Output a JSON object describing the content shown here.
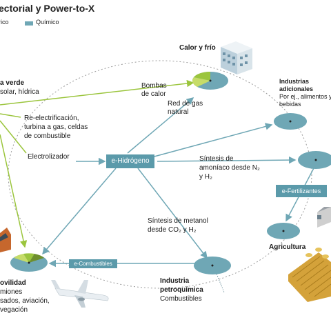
{
  "title": "ectorial y Power-to-X",
  "legend": {
    "prev_label": "rico",
    "chem_label": "Químico",
    "chem_color": "#6fa7b5",
    "green_color": "#9bc53d"
  },
  "nodes": {
    "renewable_title": "a verde",
    "renewable_sub": "solar, hídrica",
    "heat_cold": "Calor y frío",
    "heat_pumps_1": "Bombas",
    "heat_pumps_2": "de calor",
    "gas_grid_1": "Red de gas",
    "gas_grid_2": "natural",
    "additional_ind_1": "Industrias",
    "additional_ind_2": "adicionales",
    "additional_ind_3": "Por ej., alimentos y",
    "additional_ind_4": "bebidas",
    "reelectrification_1": "Re-electrificación,",
    "reelectrification_2": "turbina a gas, celdas",
    "reelectrification_3": "de combustible",
    "electrolyzer": "Electrolizador",
    "hydrogen": "e-Hidrógeno",
    "ammonia_1": "Síntesis de",
    "ammonia_2": "amoníaco desde N₂",
    "ammonia_3": "y H₂",
    "fertilizers": "e-Fertilizantes",
    "methanol_1": "Síntesis de metanol",
    "methanol_2": "desde CO₂ y H₂",
    "agriculture": "Agricultura",
    "fuels": "e-Combustibles",
    "mobility_1": "ovilidad",
    "mobility_2": "miones",
    "mobility_3": "sados, aviación,",
    "mobility_4": "vegación",
    "petrochem_1": "Industria",
    "petrochem_2": "petroquímica",
    "petrochem_3": "Combustibles"
  }
}
